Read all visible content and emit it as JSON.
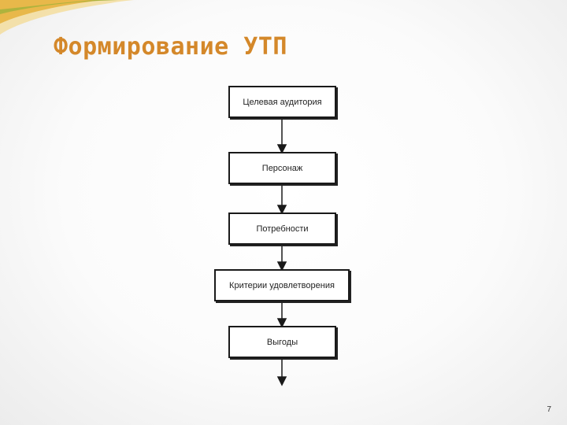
{
  "slide": {
    "title": "Формирование УТП",
    "page_number": "7"
  },
  "flowchart": {
    "steps": [
      "Целевая аудитория",
      "Персонаж",
      "Потребности",
      "Критерии удовлетворения",
      "Выгоды"
    ]
  },
  "colors": {
    "title": "#d4882a",
    "swoosh_gold": "#e8b84a",
    "swoosh_green": "#9fb13a",
    "box_border": "#1a1a1a"
  }
}
